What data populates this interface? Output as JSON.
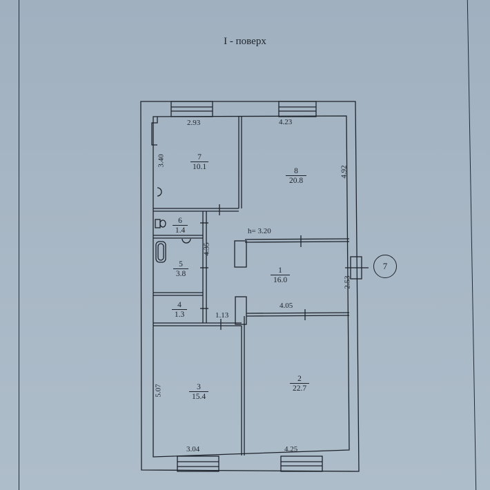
{
  "document": {
    "title": "I - поверх",
    "ceiling_height": "h= 3.20",
    "axis_marker": "7"
  },
  "rooms": [
    {
      "number": "1",
      "area": "16.0"
    },
    {
      "number": "2",
      "area": "22.7"
    },
    {
      "number": "3",
      "area": "15.4"
    },
    {
      "number": "4",
      "area": "1.3"
    },
    {
      "number": "5",
      "area": "3.8"
    },
    {
      "number": "6",
      "area": "1.4"
    },
    {
      "number": "7",
      "area": "10.1"
    },
    {
      "number": "8",
      "area": "20.8"
    }
  ],
  "dimensions": {
    "room7_width": "2.93",
    "room7_depth": "3.40",
    "room8_width": "4.23",
    "room8_depth": "4.92",
    "corridor_length": "4.35",
    "corridor_width": "1.13",
    "room1_width": "4.05",
    "room1_depth": "2.53",
    "room3_depth": "5.07",
    "room3_width": "3.04",
    "room2_width": "4.25"
  },
  "colors": {
    "paper": "#a7b6c4",
    "ink": "#1d232b"
  }
}
